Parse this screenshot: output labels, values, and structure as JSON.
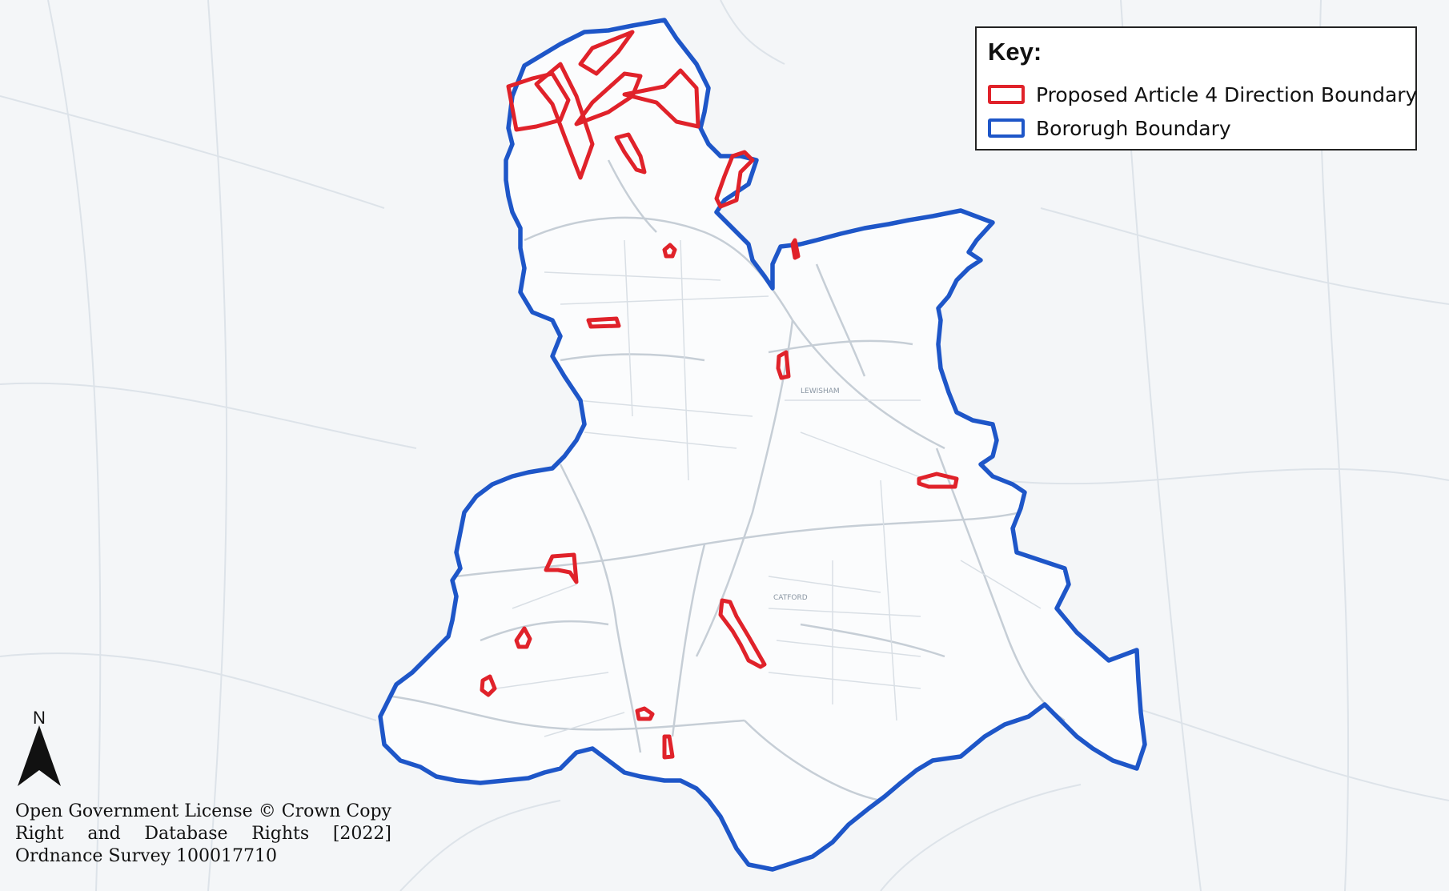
{
  "legend": {
    "title": "Key:",
    "items": [
      {
        "label": "Proposed Article 4 Direction Boundary",
        "color": "#e0222a"
      },
      {
        "label": "Bororugh Boundary",
        "color": "#1e56c8"
      }
    ]
  },
  "north_arrow": {
    "letter": "N"
  },
  "copyright": "Open Government License © Crown Copy Right and Database Rights [2022] Ordnance Survey 100017710",
  "colors": {
    "borough_boundary": "#1e56c8",
    "article4_boundary": "#e0222a",
    "background": "#f4f6f8",
    "streets": "#c6ced6"
  },
  "map_labels": [
    "LEWISHAM",
    "CATFORD"
  ]
}
